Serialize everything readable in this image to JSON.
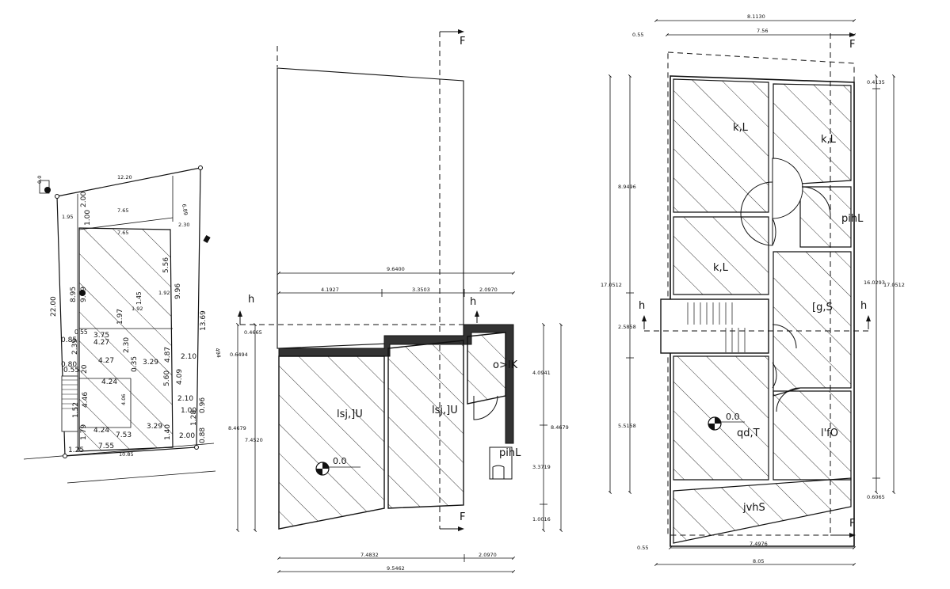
{
  "site_plan": {
    "top": "12.20",
    "front_top": "7.65",
    "front_inner": "7.65",
    "left_gap": "1.95",
    "left_setback": "2.00",
    "front_setback": "1.00",
    "right_top": "2.30",
    "angle": "6.89",
    "left_total": "22.00",
    "depth_a": "8.95",
    "depth_b": "9.09",
    "mid_right": "5.56",
    "right_mid": "9.96",
    "right_total": "13.69",
    "court_h": "1.45",
    "court_w": "1.92",
    "court_r": "1.92",
    "court_d": "1.97",
    "a": "0.55",
    "b": "3.75",
    "c": "4.27",
    "d": "0.85",
    "e": "2.39",
    "f": "2.30",
    "g": "0.35",
    "h": "4.87",
    "i": "3.29",
    "j": "0.80",
    "k": "4.27",
    "l": "0.55",
    "m": "20",
    "n": "2.10",
    "o": "4.09",
    "p": "5.60",
    "q": "4.24",
    "r": "4.46",
    "s": "4.06",
    "t": "2.10",
    "u": "1.52",
    "v": "1.00",
    "w": "0.96",
    "x": "1.28",
    "y": "4.24",
    "z": "3.29",
    "aa": "1.40",
    "ab": "2.00",
    "ac": "0.88",
    "ad": "7.53",
    "ae": "1.79",
    "af": "7.55",
    "ag": "1.25",
    "ah": "10.85",
    "ai": "494",
    "level_small": "0.0"
  },
  "section": {
    "F_top": "F",
    "F_bottom": "F",
    "h_left": "h",
    "h_right": "h",
    "width_total": "9.6400",
    "w1": "4.1927",
    "w2": "3.3503",
    "w3": "2.0970",
    "left_small_1": "0.4665",
    "left_small_2": "0.6494",
    "left_total": "8.4679",
    "left_inner": "7.4520",
    "right_1": "4.0941",
    "right_2": "3.3719",
    "right_3": "1.0016",
    "right_total": "8.4679",
    "room_1": "lsj,]U",
    "room_2": "lsj,]U",
    "room_3": "o>IK",
    "room_4": "pihL",
    "level": "0.0",
    "bottom_1": "7.4832",
    "bottom_2": "2.0970",
    "bottom_total": "9.5462"
  },
  "floor_plan": {
    "top_total": "8.1130",
    "top_left": "0.55",
    "top_main": "7.56",
    "F_top": "F",
    "F_bottom": "F",
    "h_left": "h",
    "h_right": "h",
    "right_small": "0.4135",
    "left_total": "17.0512",
    "left_upper": "8.9496",
    "left_stair": "2.5858",
    "left_lower": "5.5158",
    "right_inner": "16.0293",
    "right_total": "17.0512",
    "right_bottom": "0.6065",
    "room_1": "k,L",
    "room_2": "k,L",
    "room_3": "pihL",
    "room_4": "k,L",
    "room_5": "[g,S",
    "room_6": "qd,T",
    "room_7": "l'fO",
    "room_8": "jvhS",
    "level": "0.0",
    "bottom_left": "0.55",
    "bottom_main": "7.4976",
    "bottom_total": "8.05"
  }
}
